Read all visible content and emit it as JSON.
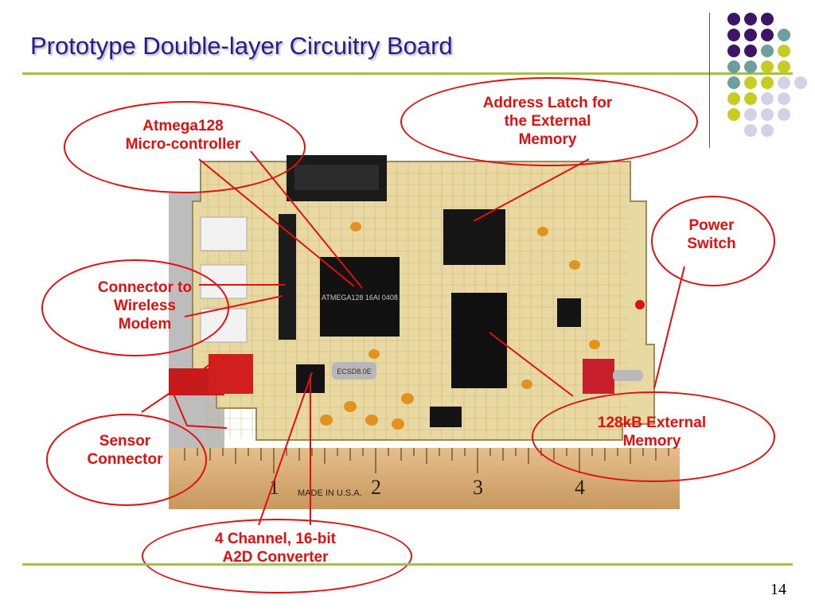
{
  "slide": {
    "title": "Prototype Double-layer Circuitry Board",
    "page_number": "14"
  },
  "colors": {
    "title": "#2b1a8a",
    "accent_line": "#a6c13b",
    "callout": "#e01010",
    "dot_purple": "#3e1466",
    "dot_teal": "#6e9e9e",
    "dot_yellow": "#c6cc22",
    "dot_lilac": "#d2d2e6"
  },
  "photo": {
    "ruler_text": "MADE IN U.S.A.",
    "ruler_numbers": [
      "1",
      "2",
      "3",
      "4"
    ],
    "chip_main": "ATMEGA128 16AI 0408",
    "crystal_label": "ECSD8.0E"
  },
  "callouts": {
    "atmega": [
      "Atmega128",
      "Micro-controller"
    ],
    "latch": [
      "Address Latch for",
      "the External",
      "Memory"
    ],
    "power": [
      "Power",
      "Switch"
    ],
    "wireless": [
      "Connector to",
      "Wireless",
      "Modem"
    ],
    "sensor": [
      "Sensor",
      "Connector"
    ],
    "memory": [
      "128kB External",
      "Memory"
    ],
    "a2d": [
      "4 Channel, 16-bit",
      "A2D Converter"
    ]
  }
}
